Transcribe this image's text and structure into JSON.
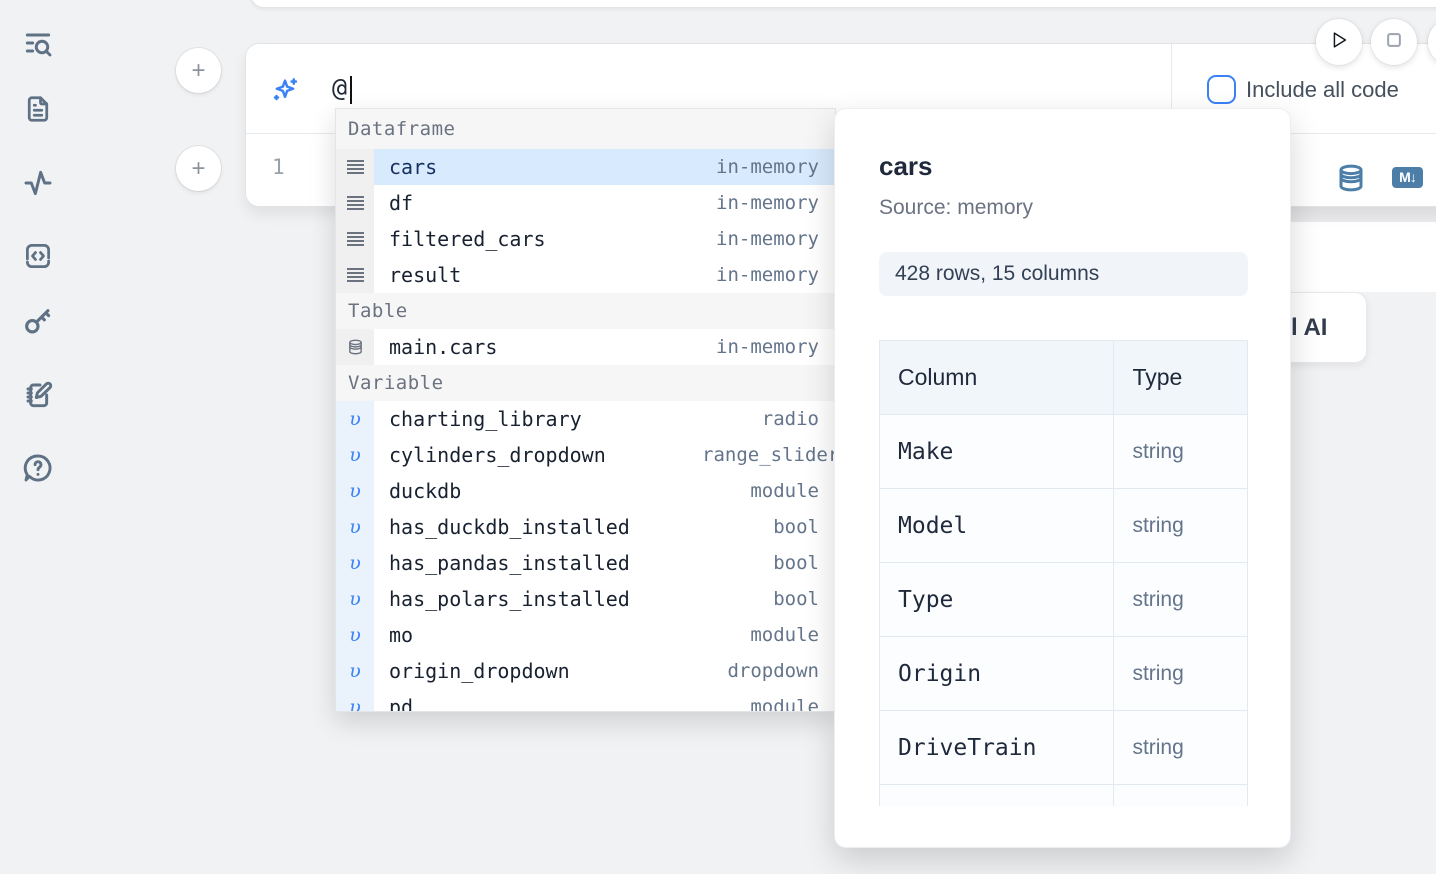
{
  "colors": {
    "accent_blue": "#3b82f6",
    "steel_blue": "#4d7ea8",
    "selection_bg": "#d8eafd"
  },
  "sidebar": {
    "icons": [
      {
        "name": "list-search-icon"
      },
      {
        "name": "file-text-icon"
      },
      {
        "name": "activity-icon"
      },
      {
        "name": "code-snippets-icon"
      },
      {
        "name": "key-icon"
      },
      {
        "name": "notebook-edit-icon"
      },
      {
        "name": "help-icon"
      }
    ]
  },
  "run_controls": {
    "buttons": [
      {
        "name": "run-cell-button",
        "icon": "play-icon"
      },
      {
        "name": "stop-button",
        "icon": "stop-icon"
      },
      {
        "name": "overflow-button",
        "icon": "partial-circle"
      }
    ]
  },
  "cell": {
    "add_cell_button_label": "+",
    "ai_prompt_value": "@",
    "include_all_code_label": "Include all code",
    "line_number": "1",
    "markdown_badge_label": "M↓"
  },
  "autocomplete": {
    "sections": [
      {
        "label": "Dataframe",
        "icon": "dataframe-icon",
        "items": [
          {
            "name": "cars",
            "type": "in-memory",
            "selected": true
          },
          {
            "name": "df",
            "type": "in-memory"
          },
          {
            "name": "filtered_cars",
            "type": "in-memory"
          },
          {
            "name": "result",
            "type": "in-memory"
          }
        ]
      },
      {
        "label": "Table",
        "icon": "database-icon",
        "items": [
          {
            "name": "main.cars",
            "type": "in-memory"
          }
        ]
      },
      {
        "label": "Variable",
        "icon": "variable-icon",
        "items": [
          {
            "name": "charting_library",
            "type": "radio"
          },
          {
            "name": "cylinders_dropdown",
            "type": "range_slider",
            "clipped_type": true
          },
          {
            "name": "duckdb",
            "type": "module"
          },
          {
            "name": "has_duckdb_installed",
            "type": "bool"
          },
          {
            "name": "has_pandas_installed",
            "type": "bool"
          },
          {
            "name": "has_polars_installed",
            "type": "bool"
          },
          {
            "name": "mo",
            "type": "module"
          },
          {
            "name": "origin_dropdown",
            "type": "dropdown"
          },
          {
            "name": "pd",
            "type": "module"
          }
        ]
      }
    ]
  },
  "preview": {
    "title": "cars",
    "source_label": "Source: memory",
    "shape_badge": "428 rows, 15 columns",
    "table": {
      "headers": [
        "Column",
        "Type"
      ],
      "rows": [
        [
          "Make",
          "string"
        ],
        [
          "Model",
          "string"
        ],
        [
          "Type",
          "string"
        ],
        [
          "Origin",
          "string"
        ],
        [
          "DriveTrain",
          "string"
        ]
      ]
    }
  },
  "partial_ai_button": {
    "visible_label": "l AI"
  }
}
